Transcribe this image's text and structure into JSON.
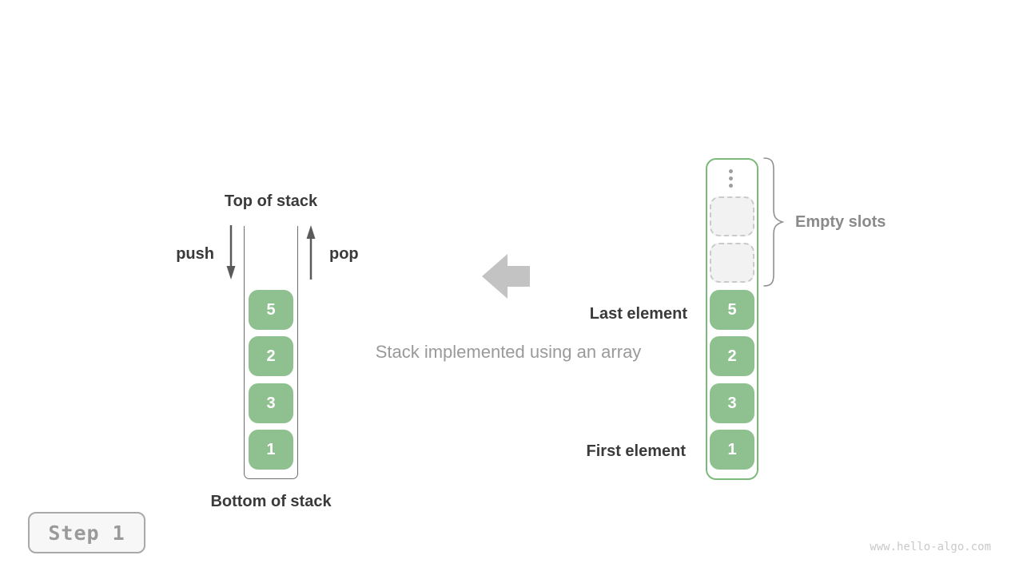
{
  "colors": {
    "green": "#8FC08F",
    "green_border": "#7CBA7C",
    "cell_text": "#FFFFFF",
    "dark_text": "#3A3A3A",
    "gray_text": "#9A9A9A",
    "empty_label_text": "#8A8A8A",
    "slot_bg": "#F2F2F2",
    "slot_border": "#CACACA",
    "wall": "#6E6E6E",
    "arrow_dark": "#5A5A5A",
    "block_arrow": "#C3C3C3",
    "brace": "#8F8F8F",
    "dots": "#9E9E9E",
    "badge_bg": "#F7F7F7",
    "badge_border": "#A9A9A9",
    "badge_text": "#9A9A9A",
    "watermark": "#C9C9C9"
  },
  "icons": {
    "push_arrow": "down-arrow",
    "pop_arrow": "up-arrow",
    "block_arrow": "left-block-arrow",
    "ellipsis": "vertical-ellipsis",
    "brace": "right-curly-brace"
  },
  "left_stack": {
    "top_label": "Top of stack",
    "bottom_label": "Bottom of stack",
    "push_label": "push",
    "pop_label": "pop",
    "elements": [
      "5",
      "2",
      "3",
      "1"
    ]
  },
  "caption": "Stack implemented using an array",
  "right_array": {
    "empty_slots_label": "Empty slots",
    "last_element_label": "Last element",
    "first_element_label": "First element",
    "empty_slot_count": 2,
    "elements": [
      "5",
      "2",
      "3",
      "1"
    ]
  },
  "step_badge_label": "Step 1",
  "watermark_text": "www.hello-algo.com"
}
